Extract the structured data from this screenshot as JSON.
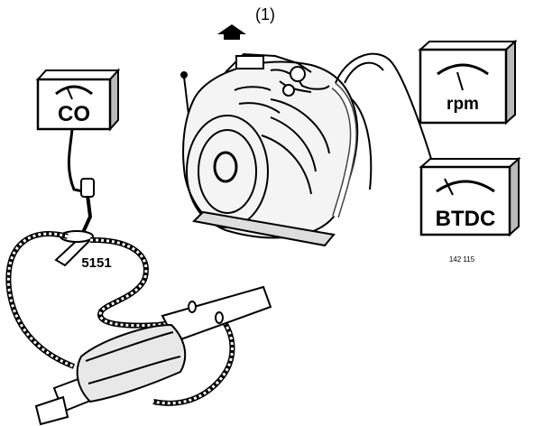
{
  "callout": {
    "text": "(1)"
  },
  "instruments": {
    "co_meter": {
      "label": "CO"
    },
    "rpm_meter": {
      "label": "rpm"
    },
    "timing_meter": {
      "label": "BTDC"
    }
  },
  "probe": {
    "code": "5151"
  },
  "figure_ref": {
    "text": "142 115"
  },
  "icons": {
    "direction": "up-arrow-icon"
  }
}
